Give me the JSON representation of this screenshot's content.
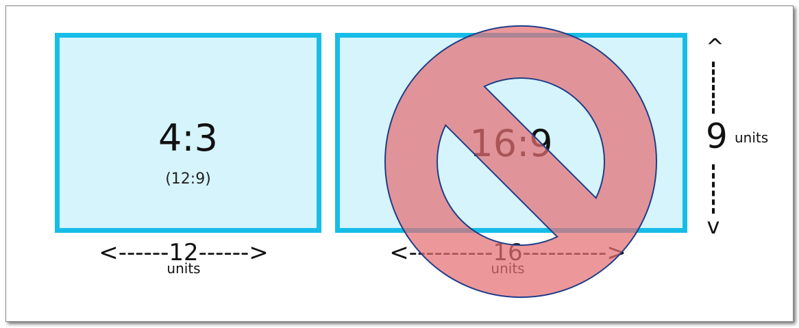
{
  "box_43": {
    "ratio": "4:3",
    "alt_ratio": "(12:9)"
  },
  "box_169": {
    "ratio": "16:9"
  },
  "width_43": {
    "line": "<------12------>",
    "units": "units"
  },
  "width_169": {
    "line": "<----------16---------->",
    "units": "units"
  },
  "height": {
    "up": "^",
    "down": "v",
    "value": "9",
    "units": "units"
  },
  "colors": {
    "box_fill": "#d5f4fb",
    "box_border": "#17bde7",
    "prohibition_fill": "#e56f73",
    "prohibition_stroke": "#1f3c88"
  },
  "icons": {
    "prohibition": "prohibition-sign-icon"
  }
}
